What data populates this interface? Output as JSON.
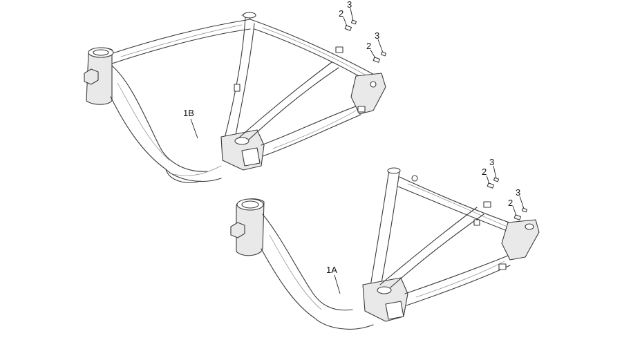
{
  "callouts": {
    "frame_top": "1B",
    "frame_bottom": "1A",
    "screw_a": "2",
    "screw_b": "3"
  }
}
